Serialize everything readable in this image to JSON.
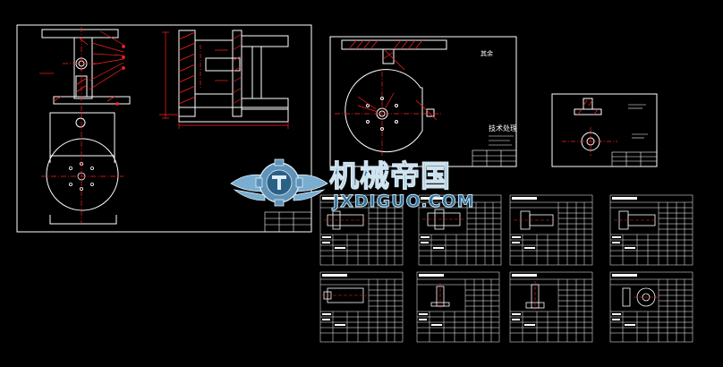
{
  "watermark": {
    "chinese": "机械帝国",
    "latin": "JXDIGUO.COM"
  },
  "sheet2": {
    "title_cn": "技术处理",
    "corner_label": "其余"
  },
  "colors": {
    "background": "#000000",
    "frame": "#ffffff",
    "outline": "#ffffff",
    "centerline": "#ff2020",
    "hatch": "#ff2020",
    "watermark": "#2f6f98"
  }
}
